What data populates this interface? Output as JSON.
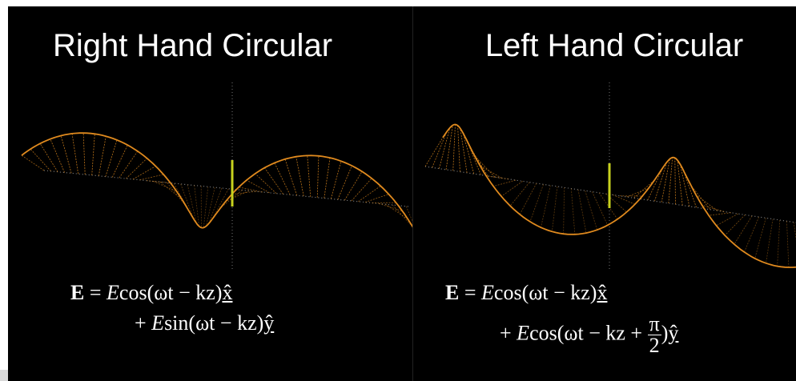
{
  "panels": [
    {
      "title": "Right Hand Circular",
      "equation": {
        "line1": {
          "lhs": "E",
          "eq": "=",
          "amp": "E",
          "fn": "cos",
          "arg": "(ωt − kz)",
          "unit": "x̂"
        },
        "line2": {
          "plus": "+",
          "amp": "E",
          "fn": "sin",
          "arg": "(ωt − kz)",
          "unit": "ŷ"
        }
      }
    },
    {
      "title": "Left Hand Circular",
      "equation": {
        "line1": {
          "lhs": "E",
          "eq": "=",
          "amp": "E",
          "fn": "cos",
          "arg": "(ωt − kz)",
          "unit": "x̂"
        },
        "line2": {
          "plus": "+",
          "amp": "E",
          "fn": "cos",
          "arg_pre": "(ωt − kz +",
          "frac_num": "π",
          "frac_den": "2",
          "arg_post": ")",
          "unit": "ŷ"
        }
      }
    }
  ],
  "colors": {
    "background": "#000000",
    "helix": "#e08a1e",
    "field_vector": "#c8d21e",
    "axis": "#777777",
    "text": "#ffffff"
  }
}
